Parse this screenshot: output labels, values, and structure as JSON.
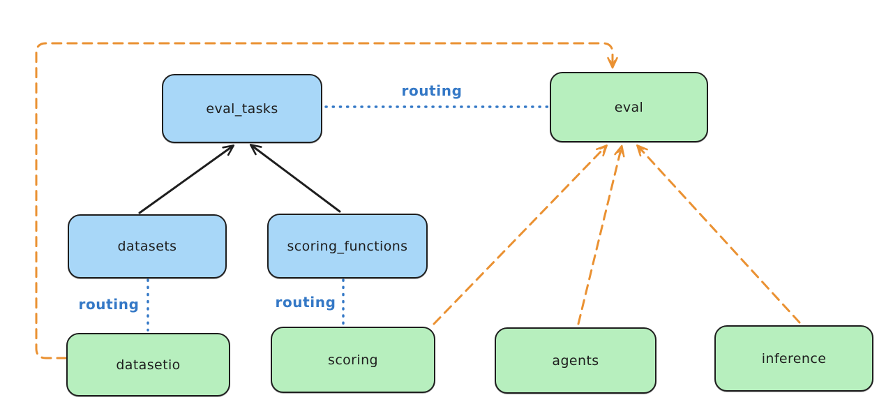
{
  "nodes": {
    "eval_tasks": {
      "label": "eval_tasks",
      "kind": "api"
    },
    "eval": {
      "label": "eval",
      "kind": "provider"
    },
    "datasets": {
      "label": "datasets",
      "kind": "api"
    },
    "scoring_functions": {
      "label": "scoring_functions",
      "kind": "api"
    },
    "datasetio": {
      "label": "datasetio",
      "kind": "provider"
    },
    "scoring": {
      "label": "scoring",
      "kind": "provider"
    },
    "agents": {
      "label": "agents",
      "kind": "provider"
    },
    "inference": {
      "label": "inference",
      "kind": "provider"
    }
  },
  "routing_labels": {
    "eval_tasks_to_eval": "routing",
    "datasets_to_datasetio": "routing",
    "scoring_functions_to_scoring": "routing"
  },
  "edges": [
    {
      "from": "datasets",
      "to": "eval_tasks",
      "style": "solid-black-arrow"
    },
    {
      "from": "scoring_functions",
      "to": "eval_tasks",
      "style": "solid-black-arrow"
    },
    {
      "from": "eval_tasks",
      "to": "eval",
      "style": "blue-dotted",
      "label": "routing"
    },
    {
      "from": "datasets",
      "to": "datasetio",
      "style": "blue-dotted",
      "label": "routing"
    },
    {
      "from": "scoring_functions",
      "to": "scoring",
      "style": "blue-dotted",
      "label": "routing"
    },
    {
      "from": "datasetio",
      "to": "eval",
      "style": "orange-dashed-arrow"
    },
    {
      "from": "scoring",
      "to": "eval",
      "style": "orange-dashed-arrow"
    },
    {
      "from": "agents",
      "to": "eval",
      "style": "orange-dashed-arrow"
    },
    {
      "from": "inference",
      "to": "eval",
      "style": "orange-dashed-arrow"
    }
  ],
  "colors": {
    "api_fill": "#a8d7f8",
    "provider_fill": "#b7efbe",
    "stroke": "#1e1e1e",
    "routing_line": "#3478c6",
    "provider_arrow": "#ea9132"
  }
}
